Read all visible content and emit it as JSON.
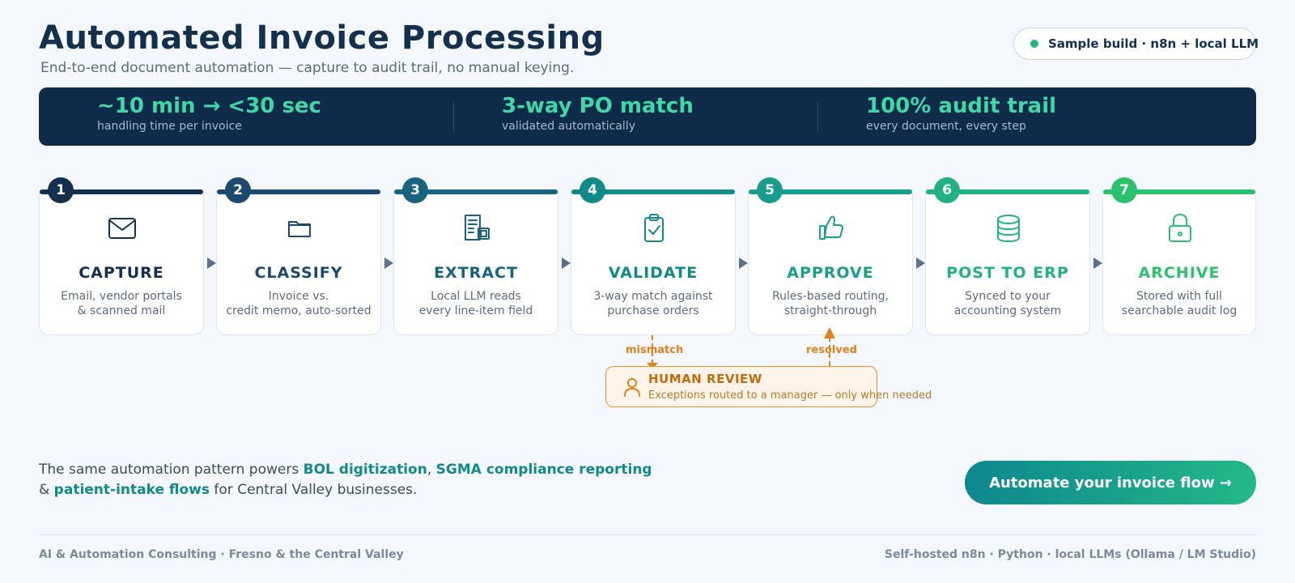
{
  "header": {
    "title": "Automated Invoice Processing",
    "subtitle": "End-to-end document automation — capture to audit trail, no manual keying.",
    "badge": "Sample build · n8n + local LLM"
  },
  "stats": [
    {
      "value": "~10 min → <30 sec",
      "label": "handling time per invoice"
    },
    {
      "value": "3-way PO match",
      "label": "validated automatically"
    },
    {
      "value": "100% audit trail",
      "label": "every document, every step"
    }
  ],
  "steps": [
    {
      "num": "1",
      "name": "CAPTURE",
      "line1": "Email, vendor portals",
      "line2": "& scanned mail",
      "icon": "envelope-icon",
      "color": "#13304f"
    },
    {
      "num": "2",
      "name": "CLASSIFY",
      "line1": "Invoice vs.",
      "line2": "credit memo, auto-sorted",
      "icon": "folder-icon",
      "color": "#1c4a6e"
    },
    {
      "num": "3",
      "name": "EXTRACT",
      "line1": "Local LLM reads",
      "line2": "every line-item field",
      "icon": "document-chip-icon",
      "color": "#17647f"
    },
    {
      "num": "4",
      "name": "VALIDATE",
      "line1": "3-way match against",
      "line2": "purchase orders",
      "icon": "clipboard-check-icon",
      "color": "#118a8a"
    },
    {
      "num": "5",
      "name": "APPROVE",
      "line1": "Rules-based routing,",
      "line2": "straight-through",
      "icon": "thumbs-up-icon",
      "color": "#189e8f"
    },
    {
      "num": "6",
      "name": "POST TO ERP",
      "line1": "Synced to your",
      "line2": "accounting system",
      "icon": "database-icon",
      "color": "#21b283"
    },
    {
      "num": "7",
      "name": "ARCHIVE",
      "line1": "Stored with full",
      "line2": "searchable audit log",
      "icon": "lock-icon",
      "color": "#2ac26c"
    }
  ],
  "review": {
    "mismatch_label": "mismatch",
    "resolved_label": "resolved",
    "title": "HUMAN REVIEW",
    "desc": "Exceptions routed to a manager — only when needed",
    "color": "#e0821c"
  },
  "pitch": {
    "pre": "The same automation pattern powers ",
    "h1": "BOL digitization",
    "sep": ", ",
    "h2": "SGMA compliance reporting",
    "amp": "& ",
    "h3": "patient-intake flows",
    "post": " for Central Valley businesses."
  },
  "cta": {
    "label": "Automate your invoice flow →"
  },
  "footer": {
    "left": "AI & Automation Consulting · Fresno & the Central Valley",
    "right": "Self-hosted n8n · Python · local LLMs (Ollama / LM Studio)"
  }
}
